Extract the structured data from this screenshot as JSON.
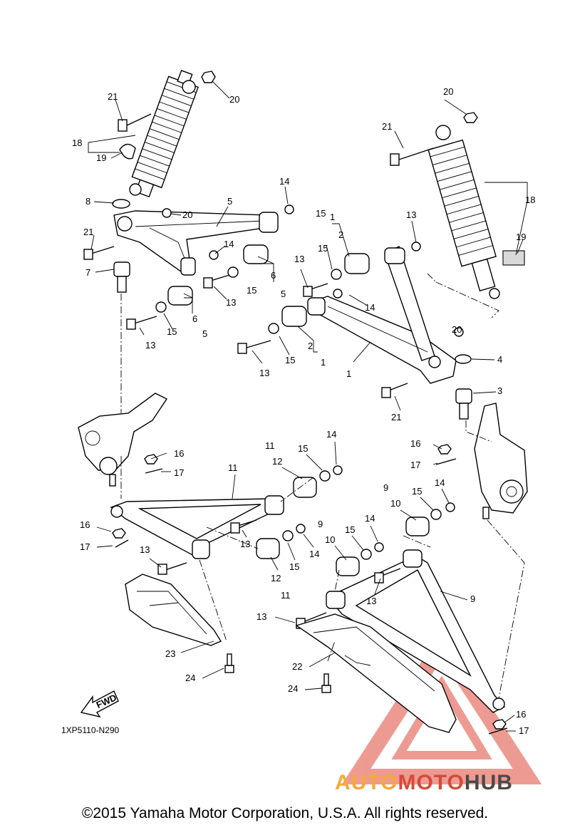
{
  "diagram_code": "1XP5110-N290",
  "copyright": "©2015 Yamaha Motor Corporation, U.S.A. All rights reserved.",
  "fwd_label": "FWD",
  "watermark": {
    "part1": "AUTO",
    "part2": "MOTO",
    "part3": "HUB"
  },
  "callouts": [
    "21",
    "20",
    "18",
    "19",
    "8",
    "20",
    "5",
    "14",
    "21",
    "14",
    "6",
    "5",
    "7",
    "13",
    "15",
    "13",
    "15",
    "6",
    "5",
    "13",
    "15",
    "13",
    "15",
    "2",
    "1",
    "1",
    "14",
    "15",
    "2",
    "1",
    "13",
    "20",
    "4",
    "3",
    "21",
    "20",
    "21",
    "18",
    "19",
    "16",
    "17",
    "16",
    "17",
    "11",
    "12",
    "15",
    "14",
    "11",
    "13",
    "12",
    "15",
    "14",
    "11",
    "13",
    "9",
    "10",
    "15",
    "14",
    "9",
    "10",
    "15",
    "14",
    "13",
    "9",
    "13",
    "22",
    "24",
    "23",
    "24",
    "16",
    "17"
  ]
}
